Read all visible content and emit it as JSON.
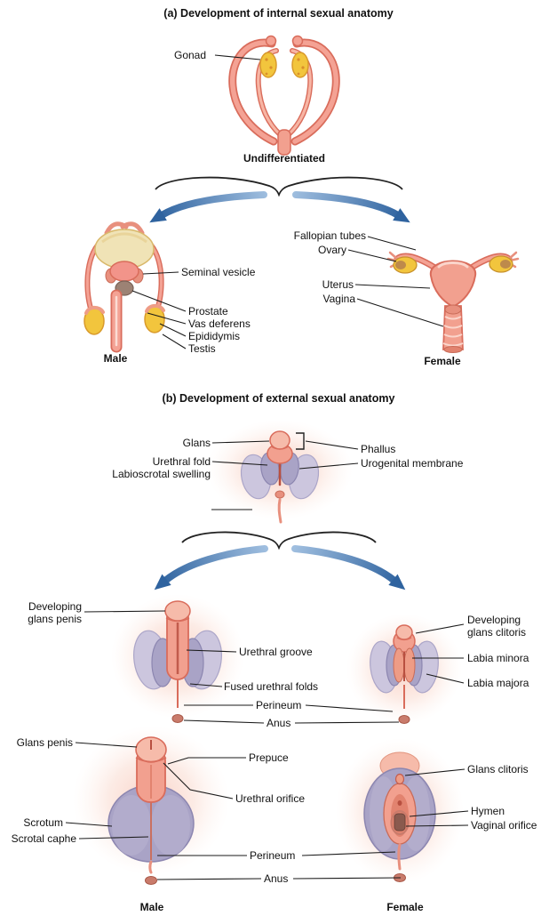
{
  "section_a": {
    "title": "(a) Development of internal sexual anatomy",
    "undifferentiated": {
      "gonad_label": "Gonad",
      "caption": "Undifferentiated"
    },
    "male": {
      "labels": {
        "seminal_vesicle": "Seminal vesicle",
        "prostate": "Prostate",
        "vas_deferens": "Vas deferens",
        "epididymis": "Epididymis",
        "testis": "Testis"
      },
      "caption": "Male"
    },
    "female": {
      "labels": {
        "fallopian_tubes": "Fallopian tubes",
        "ovary": "Ovary",
        "uterus": "Uterus",
        "vagina": "Vagina"
      },
      "caption": "Female"
    }
  },
  "section_b": {
    "title": "(b) Development of external sexual anatomy",
    "undifferentiated": {
      "glans": "Glans",
      "urethral_fold": "Urethral fold",
      "labioscrotal_swelling": "Labioscrotal swelling",
      "phallus": "Phallus",
      "urogenital_membrane": "Urogenital membrane"
    },
    "developing": {
      "developing_glans_penis": "Developing glans penis",
      "urethral_groove": "Urethral groove",
      "fused_urethral_folds": "Fused urethral folds",
      "perineum": "Perineum",
      "anus": "Anus",
      "developing_glans_clitoris": "Developing glans clitoris",
      "labia_minora": "Labia minora",
      "labia_majora": "Labia majora"
    },
    "mature": {
      "glans_penis": "Glans penis",
      "prepuce": "Prepuce",
      "urethral_orifice": "Urethral orifice",
      "glans_clitoris": "Glans clitoris",
      "scrotum": "Scrotum",
      "scrotal_raphe": "Scrotal caphe",
      "hymen": "Hymen",
      "vaginal_orifice": "Vaginal orifice",
      "perineum": "Perineum",
      "anus": "Anus",
      "male_caption": "Male",
      "female_caption": "Female"
    }
  },
  "colors": {
    "skin_pink": "#F2A08F",
    "skin_light": "#F6BBAA",
    "outline_red": "#D96C5B",
    "gonad_yellow": "#F2C53D",
    "swelling_purple": "#A9A3C6",
    "swelling_purple_light": "#CCC6DE",
    "arrow_blue": "#2F639F",
    "text": "#111111"
  }
}
